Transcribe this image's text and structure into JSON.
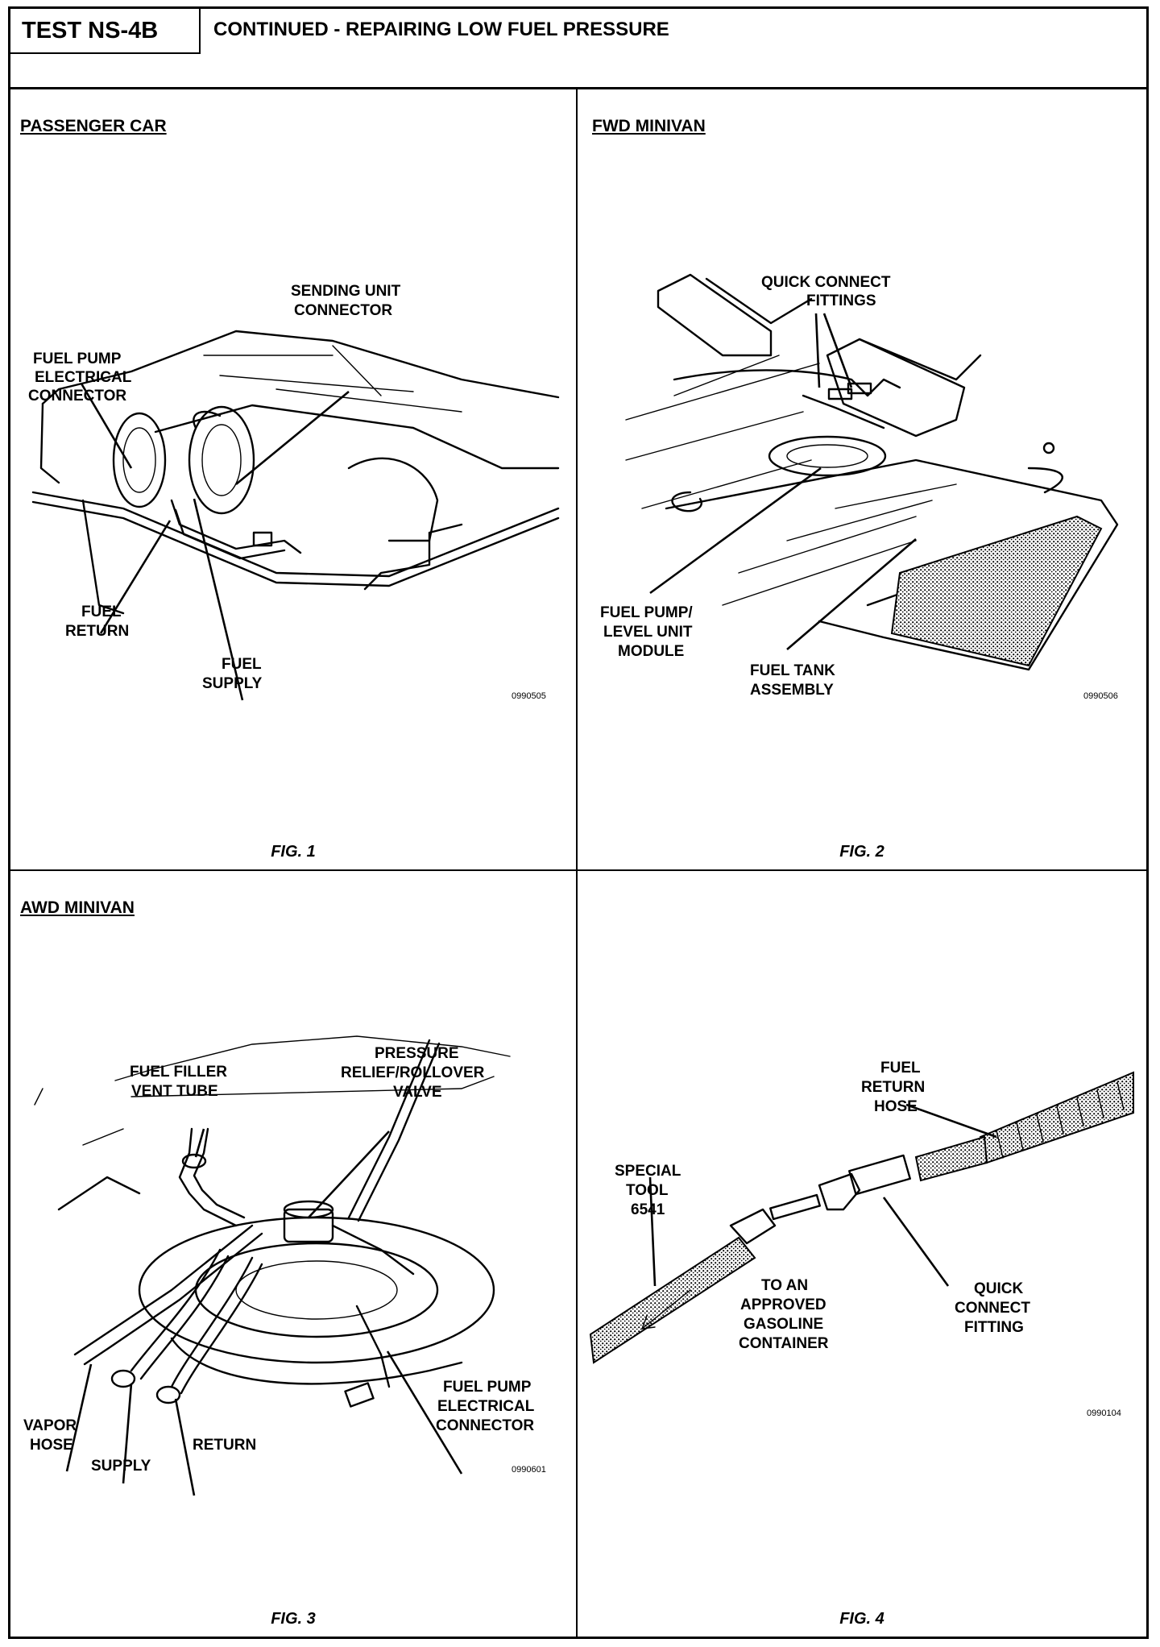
{
  "header": {
    "test_id": "TEST NS-4B",
    "title": "CONTINUED - REPAIRING LOW FUEL PRESSURE"
  },
  "panels": [
    {
      "title": "PASSENGER CAR",
      "figure": "FIG. 1",
      "code": "0990505",
      "callouts": [
        "FUEL PUMP",
        "ELECTRICAL",
        "CONNECTOR",
        "SENDING UNIT",
        "CONNECTOR",
        "FUEL",
        "RETURN",
        "FUEL",
        "SUPPLY"
      ]
    },
    {
      "title": "FWD MINIVAN",
      "figure": "FIG. 2",
      "code": "0990506",
      "callouts": [
        "QUICK CONNECT",
        "FITTINGS",
        "FUEL PUMP/",
        "LEVEL UNIT",
        "MODULE",
        "FUEL TANK",
        "ASSEMBLY"
      ]
    },
    {
      "title": "AWD MINIVAN",
      "figure": "FIG. 3",
      "code": "0990601",
      "callouts": [
        "FUEL FILLER",
        "VENT TUBE",
        "PRESSURE",
        "RELIEF/ROLLOVER",
        "VALVE",
        "FUEL PUMP",
        "ELECTRICAL",
        "CONNECTOR",
        "VAPOR",
        "HOSE",
        "SUPPLY",
        "RETURN"
      ]
    },
    {
      "title": "",
      "figure": "FIG. 4",
      "code": "0990104",
      "callouts": [
        "FUEL",
        "RETURN",
        "HOSE",
        "SPECIAL",
        "TOOL",
        "6541",
        "TO AN",
        "APPROVED",
        "GASOLINE",
        "CONTAINER",
        "QUICK",
        "CONNECT",
        "FITTING"
      ]
    }
  ]
}
